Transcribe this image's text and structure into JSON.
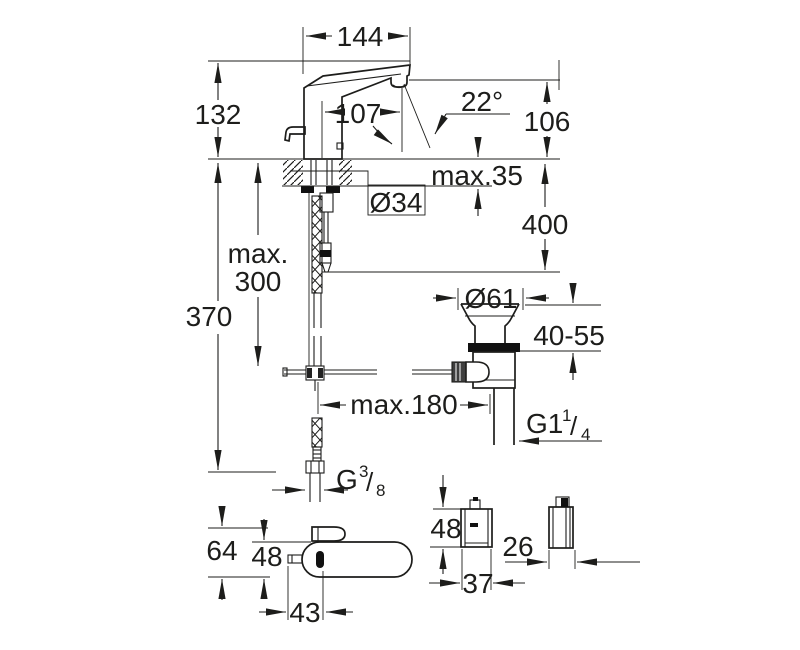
{
  "drawing": {
    "kind": "technical-dimension-drawing",
    "product": "electronic basin mixer with pop-up waste",
    "colors": {
      "line": "#1d1d1b",
      "background": "#ffffff",
      "gasket": "#111111"
    },
    "front_view": {
      "spout_length": "144",
      "height_above_deck": "132",
      "spout_projection": "107",
      "stream_angle": "22°",
      "outlet_height": "106",
      "deck_thickness_max": "max.35",
      "hole_diameter": "Ø34",
      "hose_length_below": "400",
      "rod_max_word": "max.",
      "rod_max_value": "300",
      "total_height_below": "370",
      "rod_reach_max": "max.180",
      "supply_thread_main": "G",
      "supply_thread_sup": "3",
      "supply_thread_slash": "/",
      "supply_thread_sub": "8"
    },
    "drain": {
      "flange_diameter": "Ø61",
      "clamp_range": "40-55",
      "thread_main": "G1",
      "thread_sup": "1",
      "thread_slash": "/",
      "thread_sub": "4"
    },
    "top_view": {
      "depth_with_lever": "64",
      "body_width": "48",
      "sensor_offset": "43"
    },
    "box_views": {
      "height": "48",
      "width": "37",
      "depth": "26"
    }
  }
}
